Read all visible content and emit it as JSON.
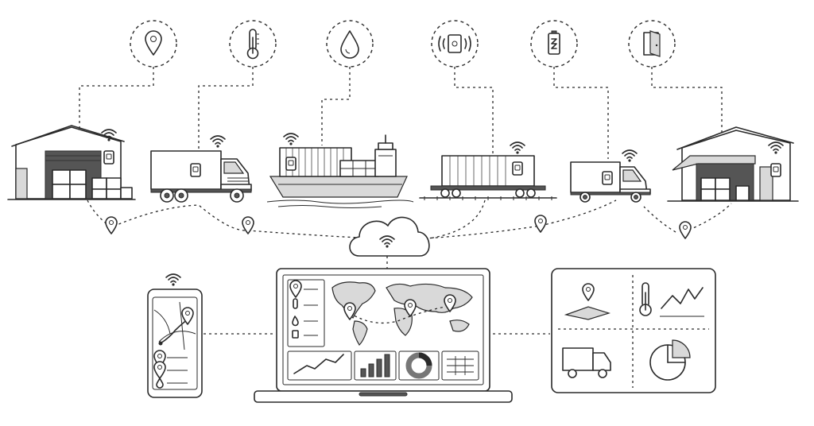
{
  "diagram": {
    "sensor_icons": [
      "location-pin-icon",
      "thermometer-icon",
      "water-drop-icon",
      "vibration-sensor-icon",
      "battery-icon",
      "door-open-icon"
    ],
    "transport_stages": [
      "origin-warehouse",
      "delivery-truck",
      "cargo-ship",
      "freight-train",
      "delivery-truck",
      "destination-warehouse"
    ],
    "devices": [
      "smartphone",
      "laptop-dashboard",
      "analytics-panel"
    ],
    "hub": "cloud",
    "colors": {
      "ink": "#2a2a2a",
      "shade": "#d9d9d9",
      "background": "#ffffff"
    }
  }
}
